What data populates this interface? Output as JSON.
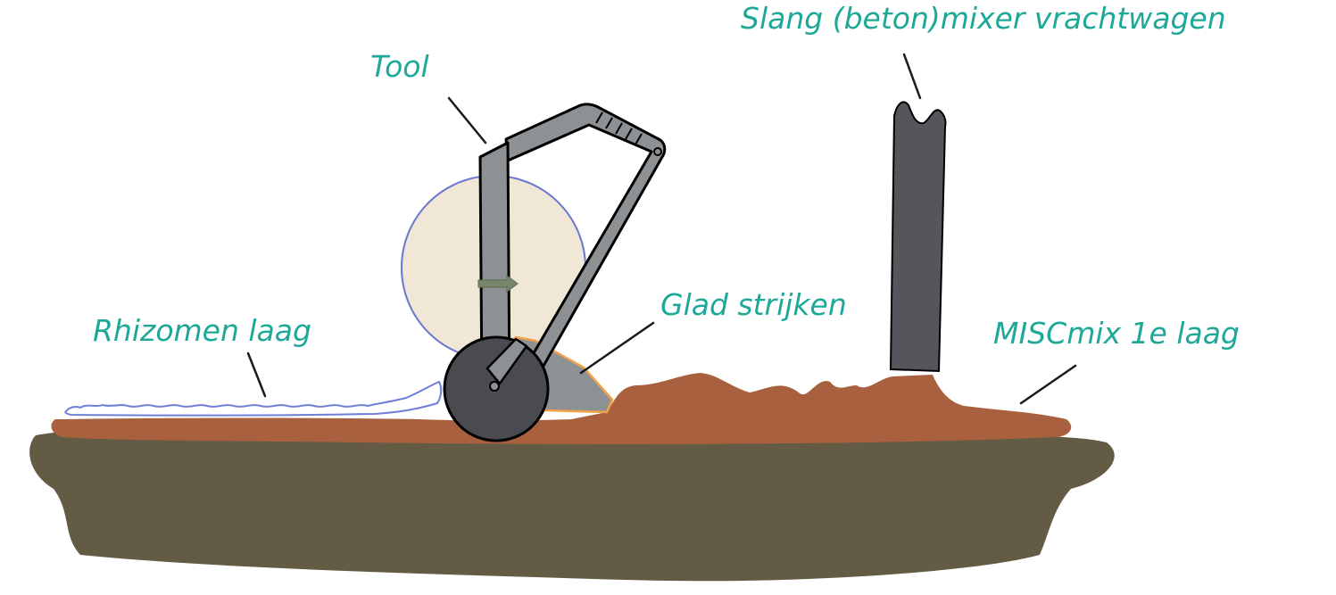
{
  "labels": {
    "hose": "Slang (beton)mixer vrachtwagen",
    "tool": "Tool",
    "smooth": "Glad strijken",
    "rhizome": "Rhizomen laag",
    "misc": "MISCmix 1e laag"
  },
  "colors": {
    "label": "#1ea898",
    "soil": "#635b44",
    "mix": "#a8603e",
    "rhizome_stroke": "#6f7fd6",
    "tool_metal": "#8d9194",
    "hose": "#55565b",
    "roller": "#4a4b50",
    "wheel_fill": "#efe4d2",
    "wheel_stroke": "#6a78d0",
    "blade_edge": "#f0a14a",
    "arrow": "#78866b"
  }
}
